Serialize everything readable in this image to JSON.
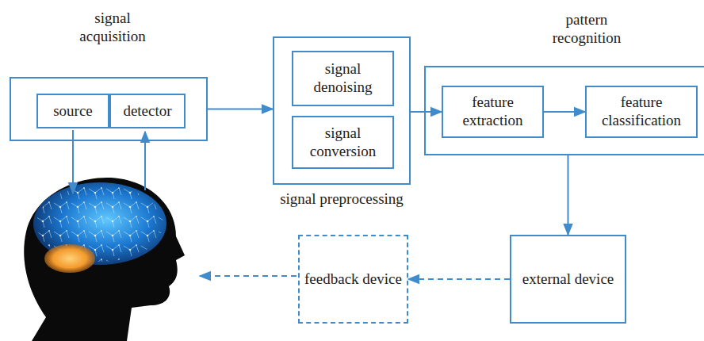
{
  "diagram": {
    "nodes": [
      {
        "text": [
          "signal acquisition"
        ]
      },
      {
        "text": [
          "source"
        ],
        "in": 0
      },
      {
        "text": [
          "detector"
        ],
        "in": 0
      },
      {
        "text": [
          "signal preprocessing"
        ]
      },
      {
        "text": [
          "signal denoising"
        ],
        "in": 3
      },
      {
        "text": [
          "signal conversion"
        ],
        "in": 3
      },
      {
        "text": [
          "pattern recognition"
        ]
      },
      {
        "text": [
          "feature extraction"
        ],
        "in": 6
      },
      {
        "text": [
          "feature classification"
        ],
        "in": 6
      },
      {
        "text": [
          "external device"
        ]
      },
      {
        "text": [
          "feedback device"
        ]
      }
    ],
    "edges": [
      {
        "from": 0,
        "to": 3,
        "arrow": "to"
      },
      {
        "from": 3,
        "to": 7,
        "arrow": "to"
      },
      {
        "from": 7,
        "to": 8,
        "arrow": "to"
      },
      {
        "from": 6,
        "to": 9,
        "arrow": "to"
      },
      {
        "from": 9,
        "to": 10,
        "arrow": "to"
      }
    ]
  }
}
